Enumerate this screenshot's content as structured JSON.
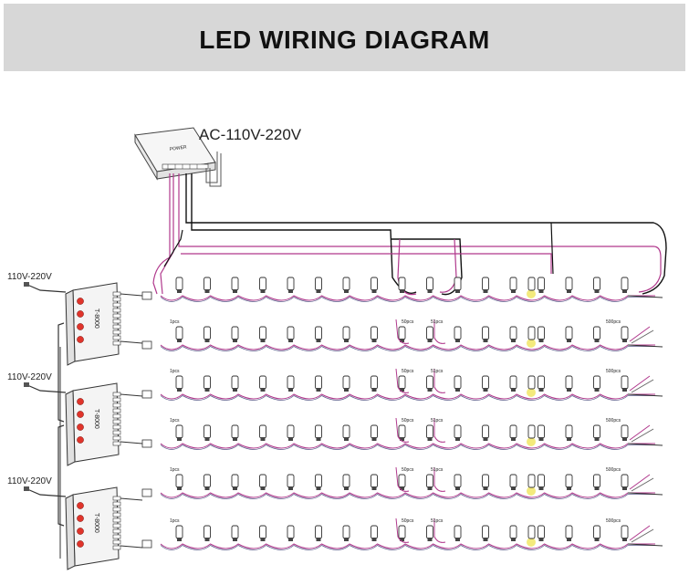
{
  "header": {
    "title": "LED WIRING DIAGRAM"
  },
  "power_supply": {
    "label": "AC-110V-220V",
    "case_text": "POWER"
  },
  "controllers": [
    {
      "input_label": "110V-220V",
      "model": "T-8000"
    },
    {
      "input_label": "110V-220V",
      "model": "T-8000"
    },
    {
      "input_label": "110V-220V",
      "model": "T-8000"
    }
  ],
  "strings": [
    {
      "start_label": "",
      "mid_a_label": "",
      "mid_b_label": "",
      "end_label": ""
    },
    {
      "start_label": "1pcs",
      "mid_a_label": "50pcs",
      "mid_b_label": "51pcs",
      "end_label": "500pcs"
    },
    {
      "start_label": "1pcs",
      "mid_a_label": "50pcs",
      "mid_b_label": "51pcs",
      "end_label": "500pcs"
    },
    {
      "start_label": "1pcs",
      "mid_a_label": "50pcs",
      "mid_b_label": "51pcs",
      "end_label": "500pcs"
    },
    {
      "start_label": "1pcs",
      "mid_a_label": "50pcs",
      "mid_b_label": "51pcs",
      "end_label": "500pcs"
    },
    {
      "start_label": "1pcs",
      "mid_a_label": "50pcs",
      "mid_b_label": "51pcs",
      "end_label": "500pcs"
    }
  ],
  "colors": {
    "wire_power": "#b0388c",
    "wire_signal": "#111111",
    "led_glow": "#f3ea7c",
    "header_bg": "#d7d7d7"
  }
}
